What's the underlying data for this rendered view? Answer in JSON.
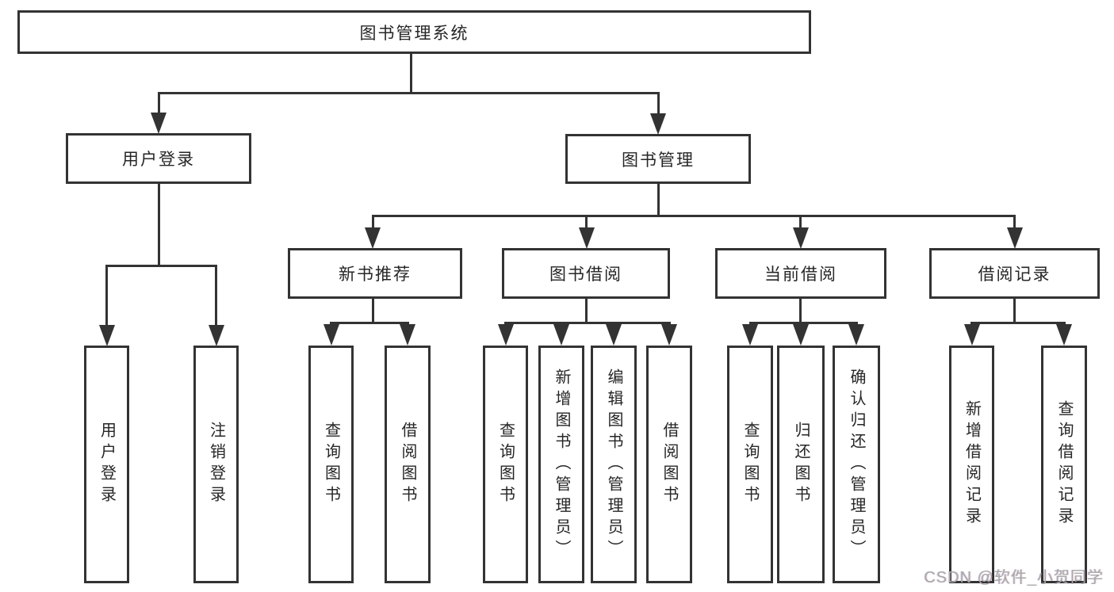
{
  "tree": {
    "label": "图书管理系统",
    "children": [
      {
        "label": "用户登录",
        "children": [
          {
            "label": "用户登录"
          },
          {
            "label": "注销登录"
          }
        ]
      },
      {
        "label": "图书管理",
        "children": [
          {
            "label": "新书推荐",
            "children": [
              {
                "label": "查询图书"
              },
              {
                "label": "借阅图书"
              }
            ]
          },
          {
            "label": "图书借阅",
            "children": [
              {
                "label": "查询图书"
              },
              {
                "label": "新增图书（管理员）"
              },
              {
                "label": "编辑图书（管理员）"
              },
              {
                "label": "借阅图书"
              }
            ]
          },
          {
            "label": "当前借阅",
            "children": [
              {
                "label": "查询图书"
              },
              {
                "label": "归还图书"
              },
              {
                "label": "确认归还（管理员）"
              }
            ]
          },
          {
            "label": "借阅记录",
            "children": [
              {
                "label": "新增借阅记录"
              },
              {
                "label": "查询借阅记录"
              }
            ]
          }
        ]
      }
    ]
  },
  "watermark": {
    "text": "CSDN @软件_小贺同学"
  },
  "colors": {
    "line": "#333333",
    "box_border": "#333333",
    "text": "#262626",
    "background": "#ffffff",
    "watermark": "#a8a8a8"
  }
}
